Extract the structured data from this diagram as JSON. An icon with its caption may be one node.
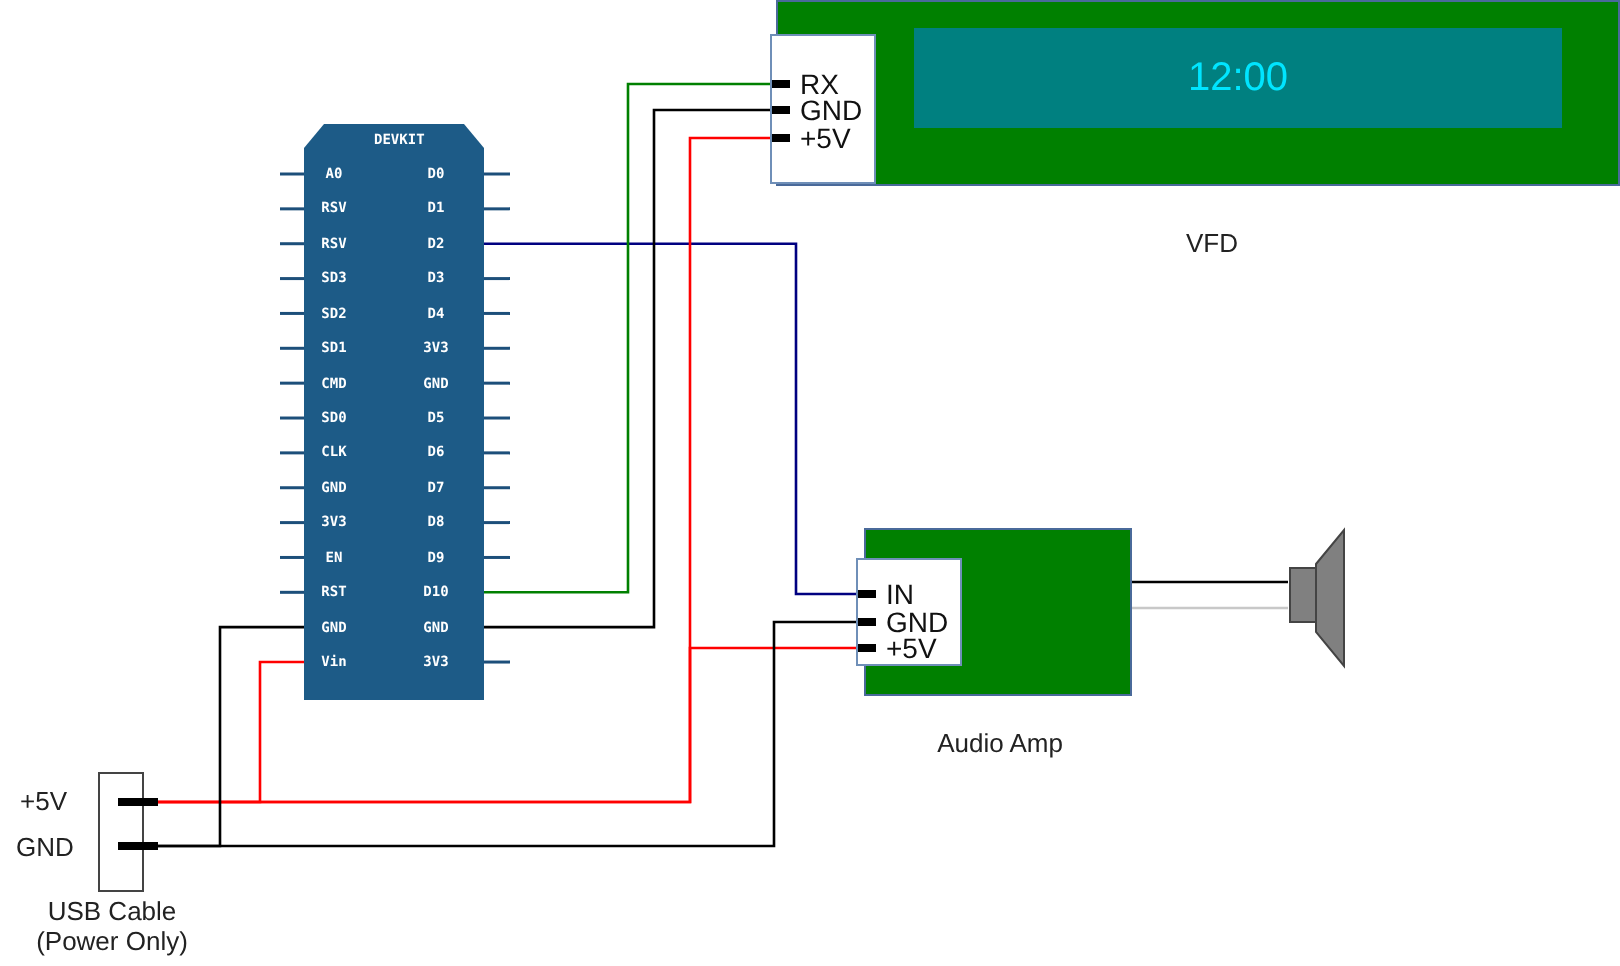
{
  "diagram": {
    "nodes": [
      {
        "text": [],
        "shape": "box",
        "beside": [
          "VFD"
        ]
      },
      {
        "text": [],
        "shape": "box",
        "in": 0
      },
      {
        "text": [
          "RX"
        ],
        "in": 1
      },
      {
        "text": [
          "GND"
        ],
        "in": 1
      },
      {
        "text": [
          "+5V"
        ],
        "in": 1
      },
      {
        "text": [
          "12:00"
        ],
        "in": 0
      },
      {
        "text": [
          "DEVKIT"
        ]
      },
      {
        "text": [
          "A0"
        ],
        "in": 6
      },
      {
        "text": [
          "D0"
        ],
        "in": 6
      },
      {
        "text": [
          "RSV"
        ],
        "in": 6
      },
      {
        "text": [
          "D1"
        ],
        "in": 6
      },
      {
        "text": [
          "RSV"
        ],
        "in": 6
      },
      {
        "text": [
          "D2"
        ],
        "in": 6
      },
      {
        "text": [
          "SD3"
        ],
        "in": 6
      },
      {
        "text": [
          "D3"
        ],
        "in": 6
      },
      {
        "text": [
          "SD2"
        ],
        "in": 6
      },
      {
        "text": [
          "D4"
        ],
        "in": 6
      },
      {
        "text": [
          "SD1"
        ],
        "in": 6
      },
      {
        "text": [
          "3V3"
        ],
        "in": 6
      },
      {
        "text": [
          "CMD"
        ],
        "in": 6
      },
      {
        "text": [
          "GND"
        ],
        "in": 6
      },
      {
        "text": [
          "SD0"
        ],
        "in": 6
      },
      {
        "text": [
          "D5"
        ],
        "in": 6
      },
      {
        "text": [
          "CLK"
        ],
        "in": 6
      },
      {
        "text": [
          "D6"
        ],
        "in": 6
      },
      {
        "text": [
          "GND"
        ],
        "in": 6
      },
      {
        "text": [
          "D7"
        ],
        "in": 6
      },
      {
        "text": [
          "3V3"
        ],
        "in": 6
      },
      {
        "text": [
          "D8"
        ],
        "in": 6
      },
      {
        "text": [
          "EN"
        ],
        "in": 6
      },
      {
        "text": [
          "D9"
        ],
        "in": 6
      },
      {
        "text": [
          "RST"
        ],
        "in": 6
      },
      {
        "text": [
          "D10"
        ],
        "in": 6
      },
      {
        "text": [
          "GND"
        ],
        "in": 6
      },
      {
        "text": [
          "GND"
        ],
        "in": 6
      },
      {
        "text": [
          "Vin"
        ],
        "in": 6
      },
      {
        "text": [
          "3V3"
        ],
        "in": 6
      },
      {
        "text": [],
        "shape": "box",
        "beside": [
          "Audio Amp"
        ]
      },
      {
        "text": [],
        "shape": "box",
        "in": 37
      },
      {
        "text": [
          "IN"
        ],
        "in": 38
      },
      {
        "text": [
          "GND"
        ],
        "in": 38
      },
      {
        "text": [
          "+5V"
        ],
        "in": 38
      },
      {
        "text": [],
        "shape": "speaker"
      },
      {
        "text": [],
        "shape": "box",
        "beside": [
          "USB Cable (Power Only)"
        ]
      },
      {
        "text": [],
        "shape": "bar"
      },
      {
        "text": [],
        "shape": "bar"
      }
    ],
    "edges": [
      {
        "from": 12,
        "to": 39,
        "arrow": "none",
        "color": "#000080"
      },
      {
        "from": 32,
        "to": 2,
        "arrow": "none",
        "color": "#008000"
      },
      {
        "from": 34,
        "to": 3,
        "arrow": "none"
      },
      {
        "from": 44,
        "to": 4,
        "arrow": "none",
        "color": "#ff0000"
      },
      {
        "from": 44,
        "to": 41,
        "arrow": "none",
        "color": "#ff0000"
      },
      {
        "from": 44,
        "to": 35,
        "arrow": "none",
        "color": "#ff0000"
      },
      {
        "from": 45,
        "to": 33,
        "arrow": "none"
      },
      {
        "from": 45,
        "to": 40,
        "arrow": "none"
      },
      {
        "from": 37,
        "to": 42,
        "arrow": "none"
      },
      {
        "from": 37,
        "to": 42,
        "arrow": "none",
        "color": "#c8c8c8"
      }
    ],
    "labels": [
      "+5V",
      "GND"
    ]
  }
}
